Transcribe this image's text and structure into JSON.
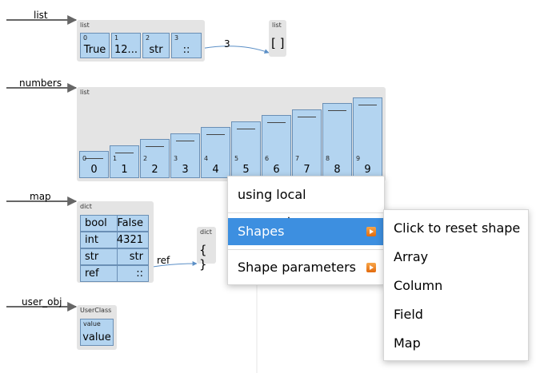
{
  "variables": [
    {
      "id": "list",
      "name": "list"
    },
    {
      "id": "numbers",
      "name": "numbers"
    },
    {
      "id": "map",
      "name": "map"
    },
    {
      "id": "user_obj",
      "name": "user_obj"
    }
  ],
  "list_obj": {
    "type": "list",
    "cells": [
      {
        "index": "0",
        "value": "True"
      },
      {
        "index": "1",
        "value": "12..."
      },
      {
        "index": "2",
        "value": "str"
      },
      {
        "index": "3",
        "value": "::"
      }
    ],
    "ref_label": "3"
  },
  "empty_list": {
    "type": "list",
    "value": "[ ]"
  },
  "numbers_obj": {
    "type": "list",
    "cells": [
      {
        "index": "0",
        "value": "0"
      },
      {
        "index": "1",
        "value": "1"
      },
      {
        "index": "2",
        "value": "2"
      },
      {
        "index": "3",
        "value": "3"
      },
      {
        "index": "4",
        "value": "4"
      },
      {
        "index": "5",
        "value": "5"
      },
      {
        "index": "6",
        "value": "6"
      },
      {
        "index": "7",
        "value": "7"
      },
      {
        "index": "8",
        "value": "8"
      },
      {
        "index": "9",
        "value": "9"
      }
    ]
  },
  "map_obj": {
    "type": "dict",
    "rows": [
      {
        "key": "bool",
        "value": "False"
      },
      {
        "key": "int",
        "value": "4321"
      },
      {
        "key": "str",
        "value": "str"
      },
      {
        "key": "ref",
        "value": "::"
      }
    ],
    "ref_label": "ref"
  },
  "empty_dict": {
    "type": "dict",
    "value": "{ }"
  },
  "user_obj": {
    "type": "UserClass",
    "field_label": "value",
    "field_value": "value"
  },
  "context_menu": {
    "items": [
      {
        "label": "using local parameters",
        "active": false,
        "submenu": false
      },
      {
        "label": "Shapes",
        "active": true,
        "submenu": true
      },
      {
        "label": "Shape parameters",
        "active": false,
        "submenu": true
      }
    ]
  },
  "shapes_submenu": {
    "items": [
      {
        "label": "Click to reset shape"
      },
      {
        "label": "Array"
      },
      {
        "label": "Column"
      },
      {
        "label": "Field"
      },
      {
        "label": "Map"
      }
    ]
  },
  "colors": {
    "cell_fill": "#b3d4f0",
    "cell_border": "#6a8fb5",
    "box_bg": "#e4e4e4",
    "menu_active": "#3d8fe0",
    "arrow_orange": "#e26a0d",
    "ref_line": "#5b8fc6"
  }
}
